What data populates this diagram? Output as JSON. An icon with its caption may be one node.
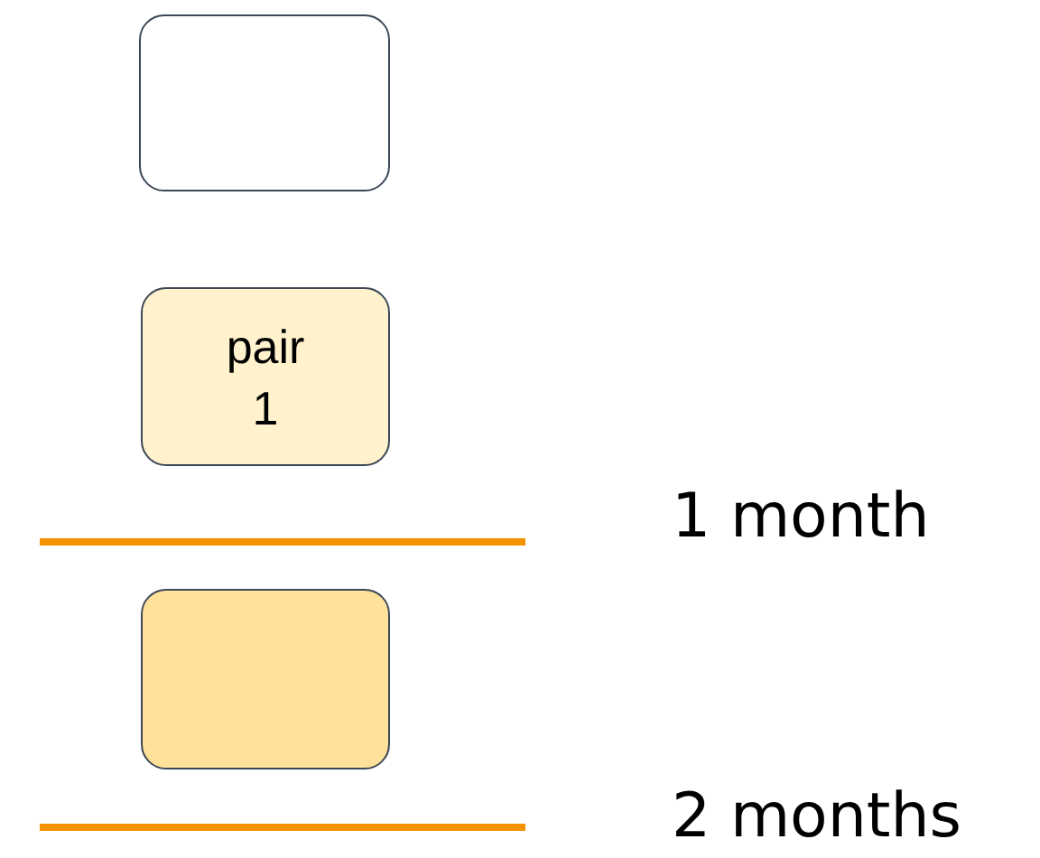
{
  "diagram": {
    "nodes": [
      {
        "text": [],
        "shape": "box"
      },
      {
        "text": [
          "pair 1"
        ]
      },
      {
        "text": [],
        "shape": "box"
      }
    ],
    "labels": [
      "1 month",
      "2 months"
    ]
  }
}
